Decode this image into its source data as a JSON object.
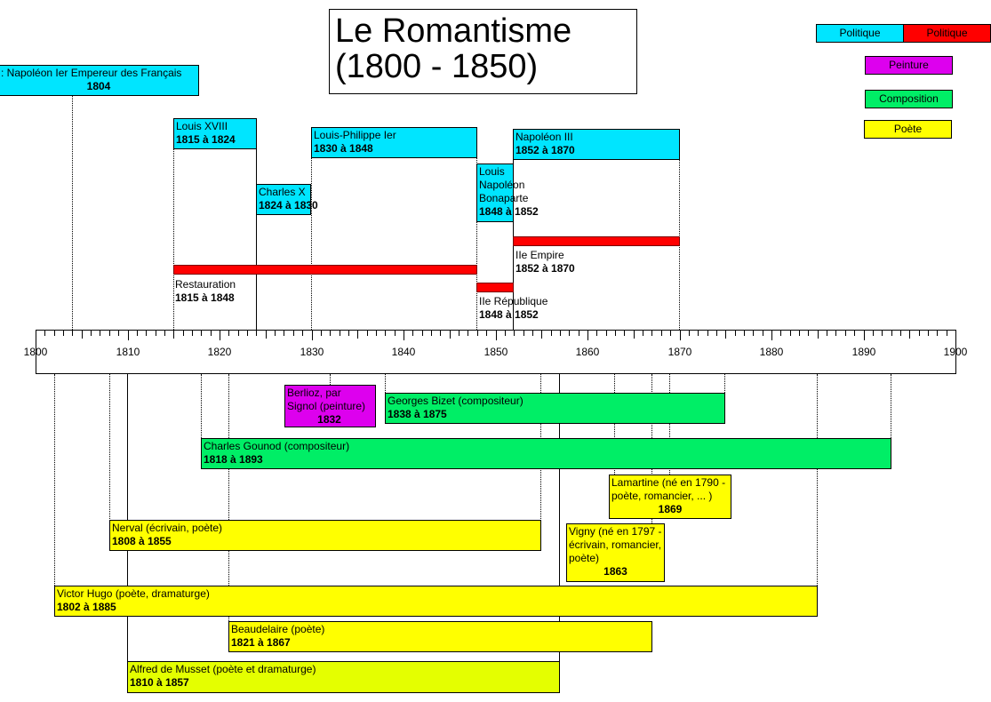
{
  "title": "Le Romantisme\n(1800 - 1850)",
  "legend": {
    "politique_cyan": "Politique",
    "politique_red": "Politique",
    "peinture": "Peinture",
    "composition": "Composition",
    "poete": "Poète"
  },
  "timeline": {
    "start": 1800,
    "end": 1900,
    "labels": [
      "1800",
      "1810",
      "1820",
      "1830",
      "1840",
      "1850",
      "1860",
      "1870",
      "1880",
      "1890",
      "1900"
    ]
  },
  "politics": [
    {
      "label": ": Napoléon Ier Empereur des Français",
      "date": "1804"
    },
    {
      "label": "Louis XVIII",
      "date": "1815 à 1824"
    },
    {
      "label": "Louis-Philippe Ier",
      "date": "1830 à 1848"
    },
    {
      "label": "Charles X",
      "date": "1824 à 1830"
    },
    {
      "label": "Louis Napoléon Bonaparte",
      "date": "1848 à 1852"
    },
    {
      "label": "Napoléon III",
      "date": "1852 à 1870"
    }
  ],
  "regimes": [
    {
      "label": "Restauration",
      "date": "1815 à 1848"
    },
    {
      "label": "IIe République",
      "date": "1848 à 1852"
    },
    {
      "label": "IIe Empire",
      "date": "1852 à 1870"
    }
  ],
  "culture": [
    {
      "label": "Berlioz, par Signol (peinture)",
      "date": "1832"
    },
    {
      "label": "Georges Bizet (compositeur)",
      "date": "1838 à 1875"
    },
    {
      "label": "Charles Gounod (compositeur)",
      "date": "1818 à 1893"
    },
    {
      "label": "Lamartine (né en 1790 - poète, romancier, ... )",
      "date": "1869"
    },
    {
      "label": "Nerval (écrivain, poète)",
      "date": "1808 à 1855"
    },
    {
      "label": "Vigny (né en 1797 - écrivain, romancier, poète)",
      "date": "1863"
    },
    {
      "label": "Victor Hugo (poète, dramaturge)",
      "date": "1802 à 1885"
    },
    {
      "label": "Beaudelaire (poète)",
      "date": "1821 à 1867"
    },
    {
      "label": "Alfred de Musset (poète et dramaturge)",
      "date": "1810 à 1857"
    }
  ],
  "colors": {
    "politique": "#00e5ff",
    "regime": "#ff0000",
    "peinture": "#dd00ee",
    "composition": "#00ee66",
    "poete": "#ffff00"
  }
}
